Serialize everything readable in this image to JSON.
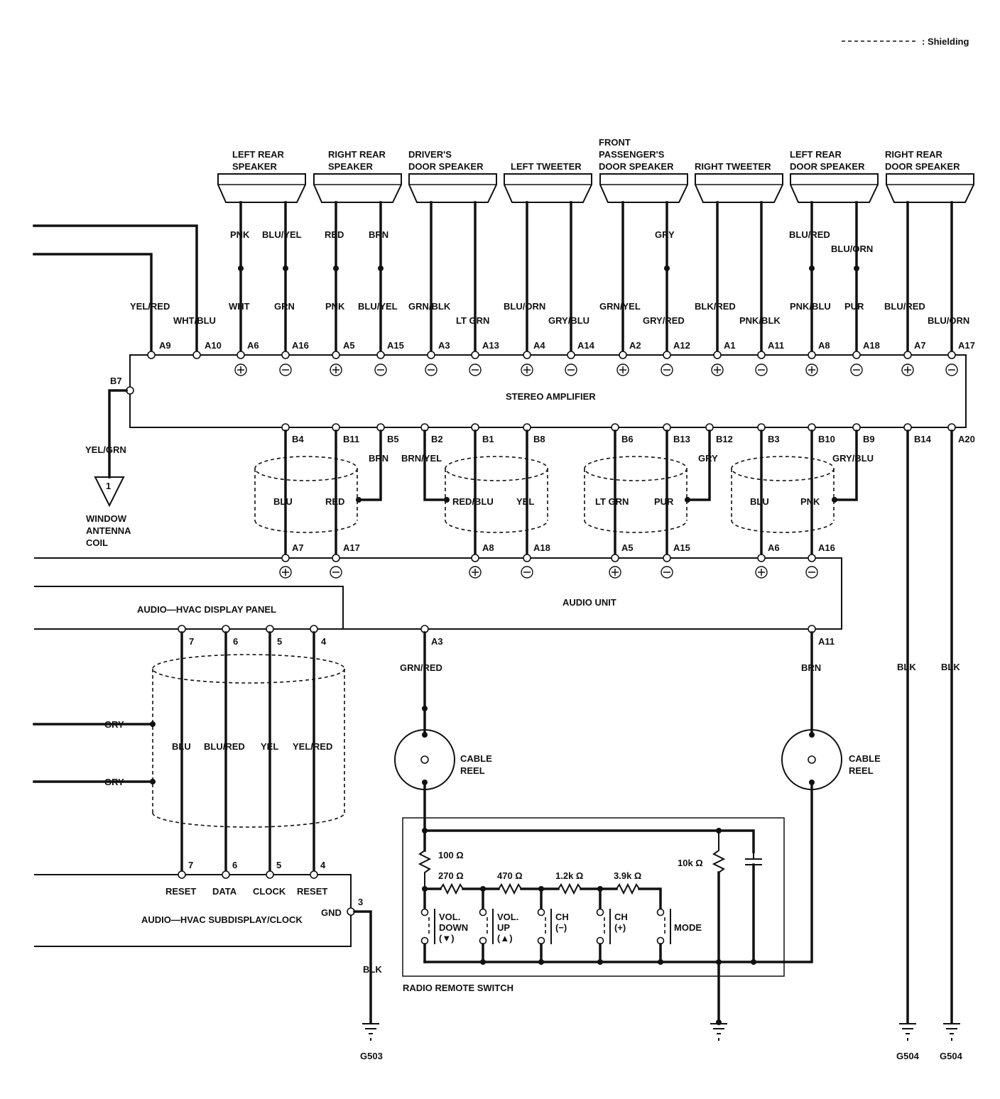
{
  "legend": {
    "shielding": ": Shielding"
  },
  "speakers": [
    {
      "name_l1": "LEFT REAR",
      "name_l2": "SPEAKER",
      "top_wires": [
        "PNK",
        "BLU/YEL"
      ],
      "bottom_wires": [
        "WHT",
        "GRN"
      ],
      "pins": [
        "A6",
        "A16"
      ]
    },
    {
      "name_l1": "RIGHT REAR",
      "name_l2": "SPEAKER",
      "top_wires": [
        "RED",
        "BRN"
      ],
      "bottom_wires": [
        "PNK",
        "BLU/YEL"
      ],
      "pins": [
        "A5",
        "A15"
      ]
    },
    {
      "name_l1": "DRIVER'S",
      "name_l2": "DOOR SPEAKER",
      "top_wires": [
        "",
        ""
      ],
      "bottom_wires": [
        "GRN/BLK",
        "LT GRN"
      ],
      "pins": [
        "A3",
        "A13"
      ]
    },
    {
      "name_l1": "",
      "name_l2": "LEFT TWEETER",
      "top_wires": [
        "",
        ""
      ],
      "bottom_wires": [
        "BLU/ORN",
        "GRY/BLU"
      ],
      "pins": [
        "A4",
        "A14"
      ]
    },
    {
      "name_l0": "FRONT",
      "name_l1": "PASSENGER'S",
      "name_l2": "DOOR SPEAKER",
      "top_wires": [
        "",
        "GRY"
      ],
      "bottom_wires": [
        "GRN/YEL",
        "GRY/RED"
      ],
      "pins": [
        "A2",
        "A12"
      ]
    },
    {
      "name_l1": "",
      "name_l2": "RIGHT TWEETER",
      "top_wires": [
        "",
        ""
      ],
      "bottom_wires": [
        "BLK/RED",
        "PNK/BLK"
      ],
      "pins": [
        "A1",
        "A11"
      ]
    },
    {
      "name_l1": "LEFT REAR",
      "name_l2": "DOOR SPEAKER",
      "top_wires": [
        "BLU/RED",
        "BLU/ORN"
      ],
      "bottom_wires": [
        "PNK/BLU",
        "PUR"
      ],
      "pins": [
        "A8",
        "A18"
      ]
    },
    {
      "name_l1": "RIGHT REAR",
      "name_l2": "DOOR SPEAKER",
      "top_wires": [
        "",
        ""
      ],
      "bottom_wires": [
        "BLU/RED",
        "BLU/ORN"
      ],
      "pins": [
        "A7",
        "A17"
      ]
    }
  ],
  "amplifier": {
    "label": "STEREO AMPLIFIER",
    "left_inputs": [
      {
        "wire": "YEL/RED",
        "pin": "A9"
      },
      {
        "wire": "WHT/BLU",
        "pin": "A10"
      }
    ],
    "antenna_pin": "B7",
    "antenna_wire": "YEL/GRN",
    "antenna_num": "1",
    "antenna_l1": "WINDOW",
    "antenna_l2": "ANTENNA",
    "antenna_l3": "COIL",
    "bottom_pins": [
      "B4",
      "B11",
      "B5",
      "B2",
      "B1",
      "B8",
      "B6",
      "B13",
      "B12",
      "B3",
      "B10",
      "B9",
      "B14",
      "A20"
    ]
  },
  "shield_groups": [
    {
      "wires": [
        "BLU",
        "RED"
      ],
      "drain": "BRN"
    },
    {
      "wires": [
        "RED/BLU",
        "YEL"
      ],
      "drain": "BRN/YEL"
    },
    {
      "wires": [
        "LT GRN",
        "PUR"
      ],
      "drain": "GRY"
    },
    {
      "wires": [
        "BLU",
        "PNK"
      ],
      "drain": "GRY/BLU"
    }
  ],
  "audio_unit": {
    "label": "AUDIO UNIT",
    "top_pins": [
      "A7",
      "A17",
      "A8",
      "A18",
      "A5",
      "A15",
      "A6",
      "A16"
    ],
    "bottom_pins": [
      "A3",
      "A11"
    ]
  },
  "display_panel": {
    "label": "AUDIO—HVAC DISPLAY PANEL",
    "pins": [
      "7",
      "6",
      "5",
      "4"
    ]
  },
  "display_wires": [
    "BLU",
    "BLU/RED",
    "YEL",
    "YEL/RED"
  ],
  "gry_wires": [
    "GRY",
    "GRY"
  ],
  "subdisplay": {
    "label": "AUDIO—HVAC SUBDISPLAY/CLOCK",
    "pins": [
      "7",
      "6",
      "5",
      "4"
    ],
    "pin_names": [
      "RESET",
      "DATA",
      "CLOCK",
      "RESET"
    ],
    "gnd_label": "GND",
    "gnd_pin": "3"
  },
  "cable_reel_left": {
    "wire": "GRN/RED",
    "label_l1": "CABLE",
    "label_l2": "REEL"
  },
  "cable_reel_right": {
    "wire": "BRN",
    "label_l1": "CABLE",
    "label_l2": "REEL"
  },
  "remote_switch": {
    "label": "RADIO REMOTE SWITCH",
    "resistors": [
      "100 Ω",
      "270 Ω",
      "470 Ω",
      "1.2k Ω",
      "3.9k Ω",
      "10k Ω"
    ],
    "buttons": [
      {
        "l1": "VOL.",
        "l2": "DOWN",
        "l3": "(▼)"
      },
      {
        "l1": "VOL.",
        "l2": "UP",
        "l3": "(▲)"
      },
      {
        "l1": "CH",
        "l2": "(−)",
        "l3": ""
      },
      {
        "l1": "CH",
        "l2": "(+)",
        "l3": ""
      },
      {
        "l1": "MODE",
        "l2": "",
        "l3": ""
      }
    ]
  },
  "amp_ground_wires": [
    "BLK",
    "BLK"
  ],
  "sub_ground_wire": "BLK",
  "grounds": [
    "G503",
    "G504",
    "G504"
  ]
}
